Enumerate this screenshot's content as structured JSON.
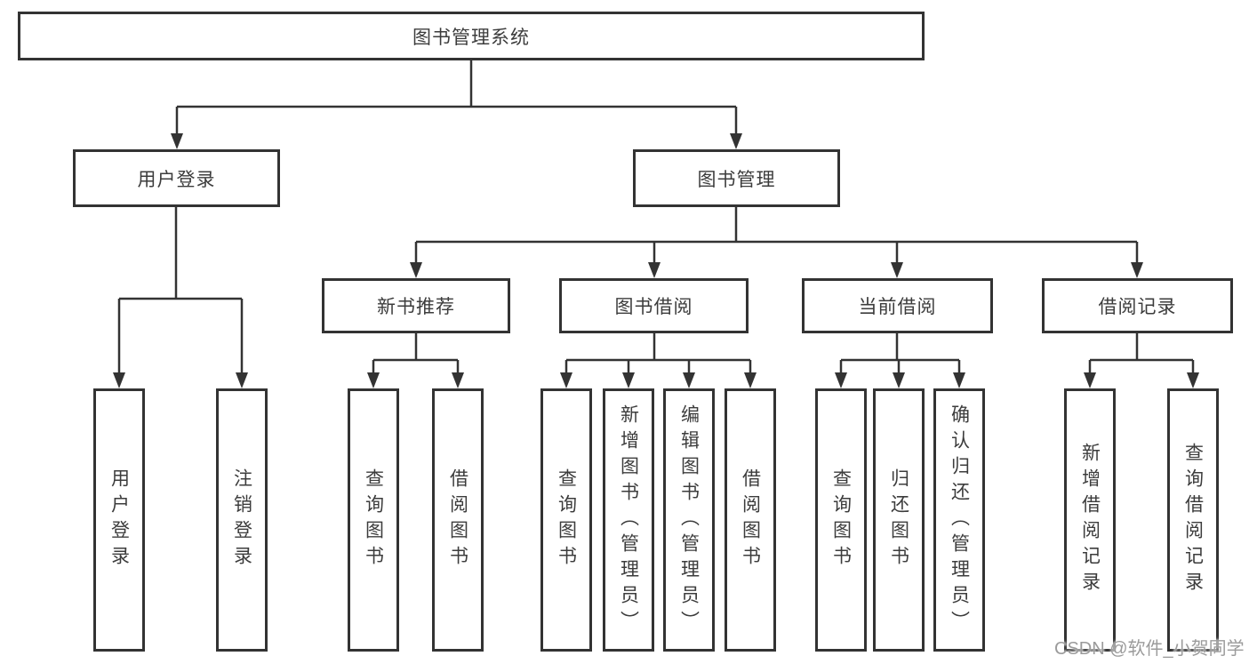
{
  "colors": {
    "line": "#333333",
    "box_border": "#333333",
    "text": "#3c3c3c",
    "watermark": "#9b9b9b",
    "background": "#ffffff"
  },
  "watermark": "CSDN @软件_小贺同学",
  "tree": {
    "root": {
      "label": "图书管理系统"
    },
    "children": [
      {
        "label": "用户登录",
        "children": [
          {
            "label": "用户登录"
          },
          {
            "label": "注销登录"
          }
        ]
      },
      {
        "label": "图书管理",
        "children": [
          {
            "label": "新书推荐",
            "children": [
              {
                "label": "查询图书"
              },
              {
                "label": "借阅图书"
              }
            ]
          },
          {
            "label": "图书借阅",
            "children": [
              {
                "label": "查询图书"
              },
              {
                "label": "新增图书（管理员）"
              },
              {
                "label": "编辑图书（管理员）"
              },
              {
                "label": "借阅图书"
              }
            ]
          },
          {
            "label": "当前借阅",
            "children": [
              {
                "label": "查询图书"
              },
              {
                "label": "归还图书"
              },
              {
                "label": "确认归还（管理员）"
              }
            ]
          },
          {
            "label": "借阅记录",
            "children": [
              {
                "label": "新增借阅记录"
              },
              {
                "label": "查询借阅记录"
              }
            ]
          }
        ]
      }
    ]
  }
}
